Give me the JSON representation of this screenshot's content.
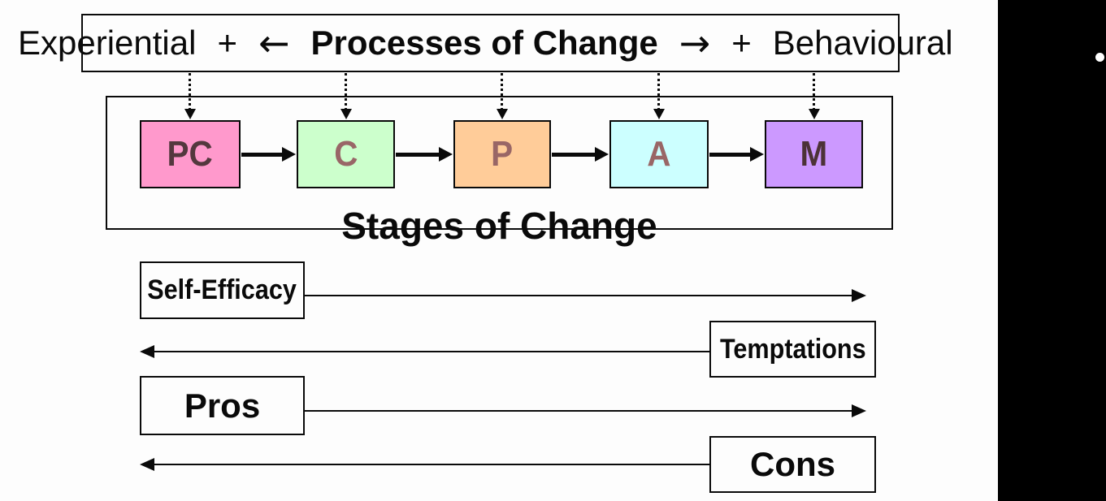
{
  "header": {
    "experiential": "Experiential",
    "plus_left": "+",
    "arrow_left": "←",
    "title": "Processes of Change",
    "arrow_right": "→",
    "plus_right": "+",
    "behavioural": "Behavioural"
  },
  "stages": {
    "caption": "Stages of Change",
    "items": [
      {
        "label": "PC",
        "bg": "#ff99cc",
        "fg": "#54383e"
      },
      {
        "label": "C",
        "bg": "#ccffcc",
        "fg": "#996667"
      },
      {
        "label": "P",
        "bg": "#ffcc99",
        "fg": "#996666"
      },
      {
        "label": "A",
        "bg": "#ccffff",
        "fg": "#996666"
      },
      {
        "label": "M",
        "bg": "#cc99ff",
        "fg": "#4c3237"
      }
    ]
  },
  "constructs": {
    "self_efficacy": {
      "label": "Self-Efficacy",
      "arrow_direction": "right"
    },
    "temptations": {
      "label": "Temptations",
      "arrow_direction": "left"
    },
    "pros": {
      "label": "Pros",
      "arrow_direction": "right"
    },
    "cons": {
      "label": "Cons",
      "arrow_direction": "left"
    }
  },
  "colors": {
    "line": "#0a0a0a",
    "sidebar": "#000000",
    "sidebar_dot": "#ffffff"
  }
}
